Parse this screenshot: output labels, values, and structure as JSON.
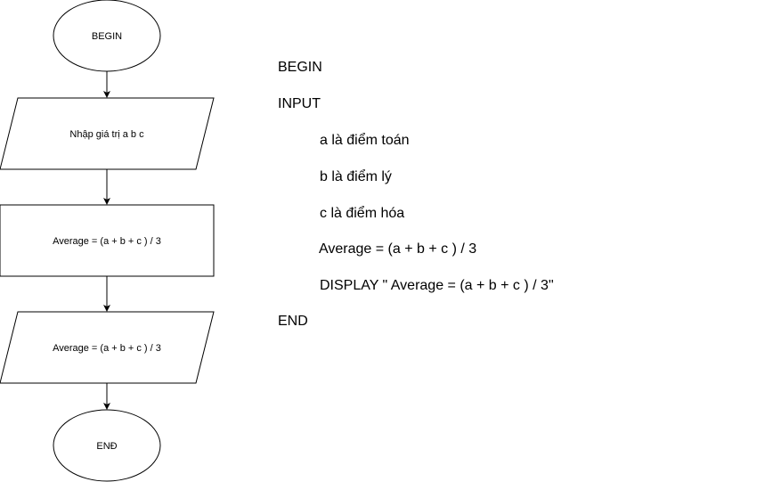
{
  "flowchart": {
    "nodes": [
      {
        "id": "begin",
        "shape": "ellipse",
        "label": "BEGIN"
      },
      {
        "id": "input",
        "shape": "parallelogram",
        "label": "Nhập giá trị a b c"
      },
      {
        "id": "process",
        "shape": "rectangle",
        "label": "Average = (a + b + c ) / 3"
      },
      {
        "id": "output",
        "shape": "parallelogram",
        "label": "Average = (a + b + c ) / 3"
      },
      {
        "id": "end",
        "shape": "ellipse",
        "label": "ENĐ"
      }
    ],
    "edges": [
      {
        "from": "begin",
        "to": "input"
      },
      {
        "from": "input",
        "to": "process"
      },
      {
        "from": "process",
        "to": "output"
      },
      {
        "from": "output",
        "to": "end"
      }
    ]
  },
  "pseudocode": {
    "begin": "BEGIN",
    "input": "INPUT",
    "line_a": "a là điểm toán",
    "line_b": "b là điểm lý",
    "line_c": "c là điểm hóa",
    "average": "Average = (a + b + c ) / 3",
    "display": "DISPLAY \" Average = (a + b + c ) / 3\"",
    "end": "END"
  },
  "colors": {
    "stroke": "#000000",
    "fill": "#ffffff",
    "text": "#000000"
  }
}
